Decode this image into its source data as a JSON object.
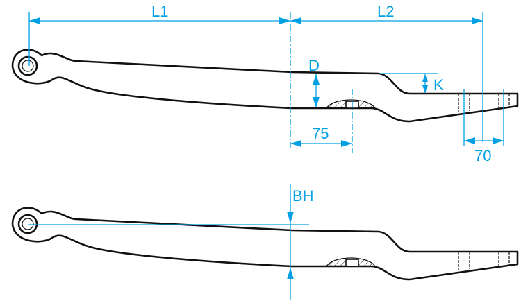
{
  "colors": {
    "dimension": "#00a0e3",
    "outline": "#111111"
  },
  "labels": {
    "L1": "L1",
    "L2": "L2",
    "D": "D",
    "K": "K",
    "d75": "75",
    "d70": "70",
    "BH": "BH"
  }
}
